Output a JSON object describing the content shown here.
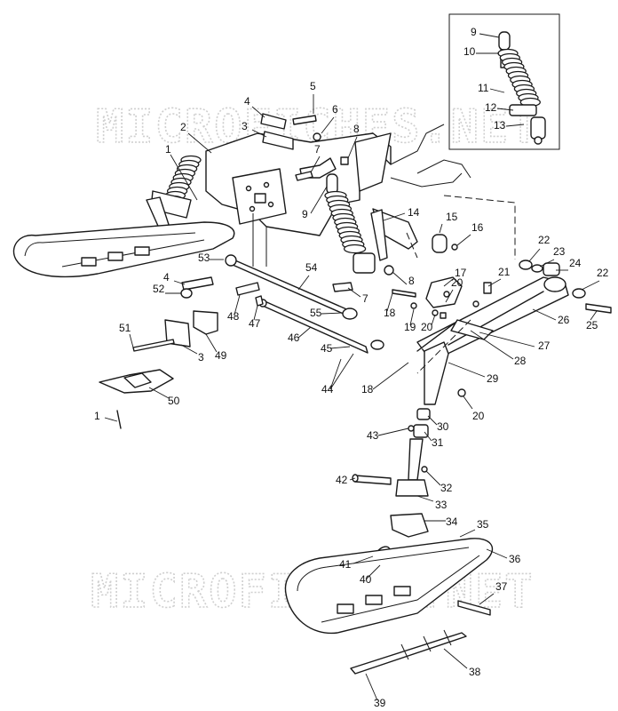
{
  "watermarks": [
    "MICROFICHES.NET",
    "MICROFICHES.NET"
  ],
  "callouts": [
    {
      "id": "c1a",
      "text": "1"
    },
    {
      "id": "c2",
      "text": "2"
    },
    {
      "id": "c3a",
      "text": "3"
    },
    {
      "id": "c4a",
      "text": "4"
    },
    {
      "id": "c5",
      "text": "5"
    },
    {
      "id": "c6",
      "text": "6"
    },
    {
      "id": "c7a",
      "text": "7"
    },
    {
      "id": "c8a",
      "text": "8"
    },
    {
      "id": "c9a",
      "text": "9"
    },
    {
      "id": "c9b",
      "text": "9"
    },
    {
      "id": "c10",
      "text": "10"
    },
    {
      "id": "c11",
      "text": "11"
    },
    {
      "id": "c12",
      "text": "12"
    },
    {
      "id": "c13",
      "text": "13"
    },
    {
      "id": "c14",
      "text": "14"
    },
    {
      "id": "c15",
      "text": "15"
    },
    {
      "id": "c16",
      "text": "16"
    },
    {
      "id": "c17",
      "text": "17"
    },
    {
      "id": "c18a",
      "text": "18"
    },
    {
      "id": "c18b",
      "text": "18"
    },
    {
      "id": "c19",
      "text": "19"
    },
    {
      "id": "c20a",
      "text": "20"
    },
    {
      "id": "c20b",
      "text": "20"
    },
    {
      "id": "c20c",
      "text": "20"
    },
    {
      "id": "c21",
      "text": "21"
    },
    {
      "id": "c22a",
      "text": "22"
    },
    {
      "id": "c22b",
      "text": "22"
    },
    {
      "id": "c23",
      "text": "23"
    },
    {
      "id": "c24",
      "text": "24"
    },
    {
      "id": "c25",
      "text": "25"
    },
    {
      "id": "c26",
      "text": "26"
    },
    {
      "id": "c27",
      "text": "27"
    },
    {
      "id": "c28",
      "text": "28"
    },
    {
      "id": "c29",
      "text": "29"
    },
    {
      "id": "c30",
      "text": "30"
    },
    {
      "id": "c31",
      "text": "31"
    },
    {
      "id": "c32",
      "text": "32"
    },
    {
      "id": "c33",
      "text": "33"
    },
    {
      "id": "c34",
      "text": "34"
    },
    {
      "id": "c35",
      "text": "35"
    },
    {
      "id": "c36",
      "text": "36"
    },
    {
      "id": "c37",
      "text": "37"
    },
    {
      "id": "c38",
      "text": "38"
    },
    {
      "id": "c39",
      "text": "39"
    },
    {
      "id": "c40",
      "text": "40"
    },
    {
      "id": "c41",
      "text": "41"
    },
    {
      "id": "c42",
      "text": "42"
    },
    {
      "id": "c43",
      "text": "43"
    },
    {
      "id": "c44",
      "text": "44"
    },
    {
      "id": "c45",
      "text": "45"
    },
    {
      "id": "c46",
      "text": "46"
    },
    {
      "id": "c47",
      "text": "47"
    },
    {
      "id": "c48",
      "text": "48"
    },
    {
      "id": "c49",
      "text": "49"
    },
    {
      "id": "c50",
      "text": "50"
    },
    {
      "id": "c51",
      "text": "51"
    },
    {
      "id": "c52",
      "text": "52"
    },
    {
      "id": "c53",
      "text": "53"
    },
    {
      "id": "c54",
      "text": "54"
    },
    {
      "id": "c55",
      "text": "55"
    },
    {
      "id": "c1b",
      "text": "1"
    },
    {
      "id": "c3b",
      "text": "3"
    },
    {
      "id": "c4b",
      "text": "4"
    },
    {
      "id": "c7b",
      "text": "7"
    },
    {
      "id": "c8b",
      "text": "8"
    }
  ]
}
